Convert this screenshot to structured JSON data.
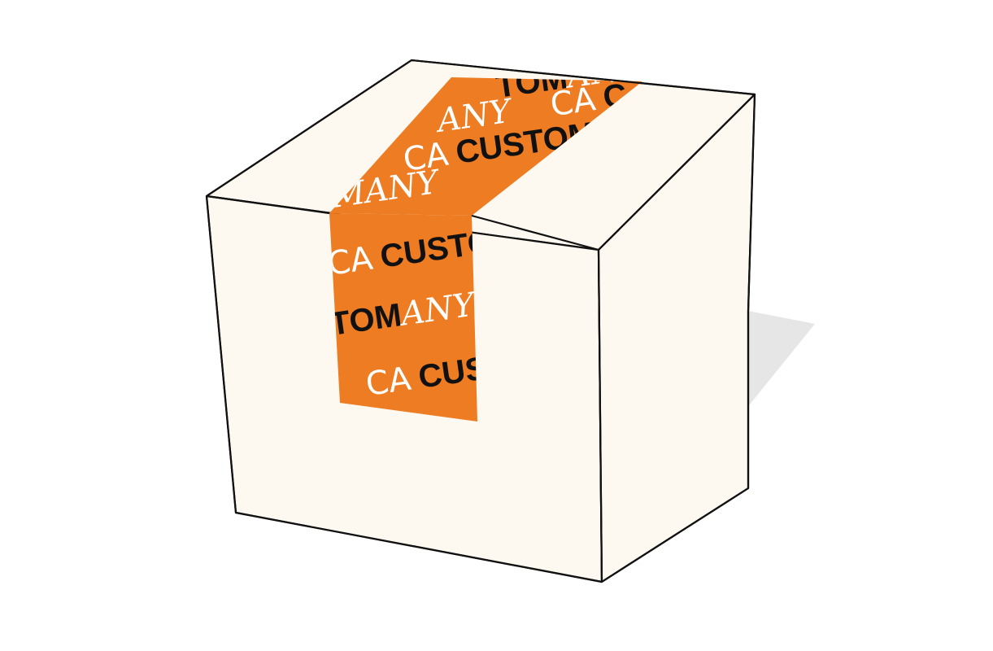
{
  "scene": {
    "subject": "box-with-branded-tape",
    "colors": {
      "background": "#ffffff",
      "box_fill": "#fdf9f0",
      "box_outline": "#111111",
      "shadow": "#e6e6e6",
      "tape": "#ee7c22",
      "tape_text_dark": "#111111",
      "tape_text_light": "#ffffff"
    }
  },
  "tape": {
    "top_rows": [
      {
        "dark": "TOM",
        "script": "ANY"
      },
      {
        "script": "ANY",
        "mark": "CA",
        "dark": "C"
      },
      {
        "mark": "CA",
        "dark": "CUSTOM"
      },
      {
        "script": "MANY"
      }
    ],
    "front_rows": [
      {
        "mark": "CA",
        "dark": "CUSTOM"
      },
      {
        "dark": "TOM",
        "script": "ANY"
      },
      {
        "mark": "CA",
        "dark": "CUS"
      }
    ]
  }
}
